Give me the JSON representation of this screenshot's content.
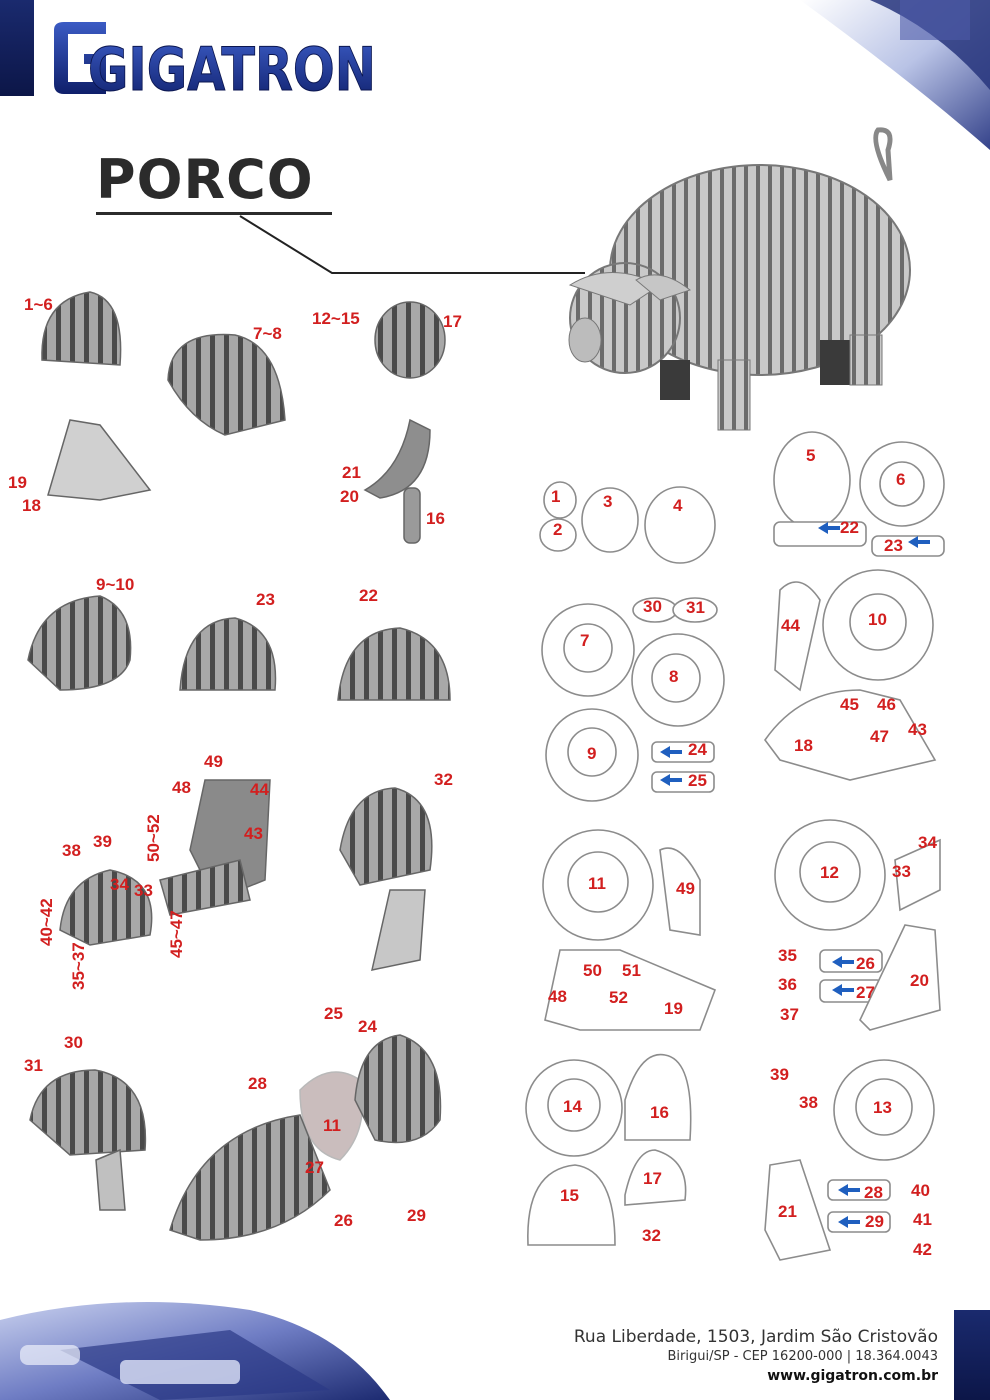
{
  "brand": {
    "name": "GIGATRON"
  },
  "title": "PORCO",
  "assembly_labels": [
    "1~6",
    "7~8",
    "12~15",
    "17",
    "19",
    "18",
    "21",
    "20",
    "16",
    "9~10",
    "23",
    "22",
    "49",
    "48",
    "44",
    "43",
    "32",
    "50~52",
    "38",
    "39",
    "34",
    "33",
    "40~42",
    "35~37",
    "45~47",
    "30",
    "31",
    "25",
    "24",
    "28",
    "11",
    "27",
    "26",
    "29"
  ],
  "part_labels": [
    "5",
    "6",
    "1",
    "2",
    "3",
    "4",
    "22",
    "23",
    "30",
    "31",
    "7",
    "8",
    "9",
    "24",
    "25",
    "44",
    "10",
    "45",
    "46",
    "43",
    "47",
    "18",
    "11",
    "49",
    "50",
    "51",
    "52",
    "48",
    "19",
    "34",
    "12",
    "33",
    "35",
    "26",
    "36",
    "27",
    "37",
    "20",
    "14",
    "16",
    "15",
    "17",
    "32",
    "39",
    "38",
    "13",
    "40",
    "28",
    "41",
    "29",
    "21",
    "42"
  ],
  "footer": {
    "address_line1": "Rua Liberdade, 1503, Jardim São Cristovão",
    "address_line2": "Birigui/SP - CEP 16200-000 | 18.364.0043",
    "website": "www.gigatron.com.br"
  },
  "colors": {
    "brand_blue": "#1a2a6e",
    "label_red": "#d21f1f",
    "part_gray": "#9a9a9a",
    "outline_gray": "#8c8c8c",
    "arrow_blue": "#1f5fbf"
  }
}
